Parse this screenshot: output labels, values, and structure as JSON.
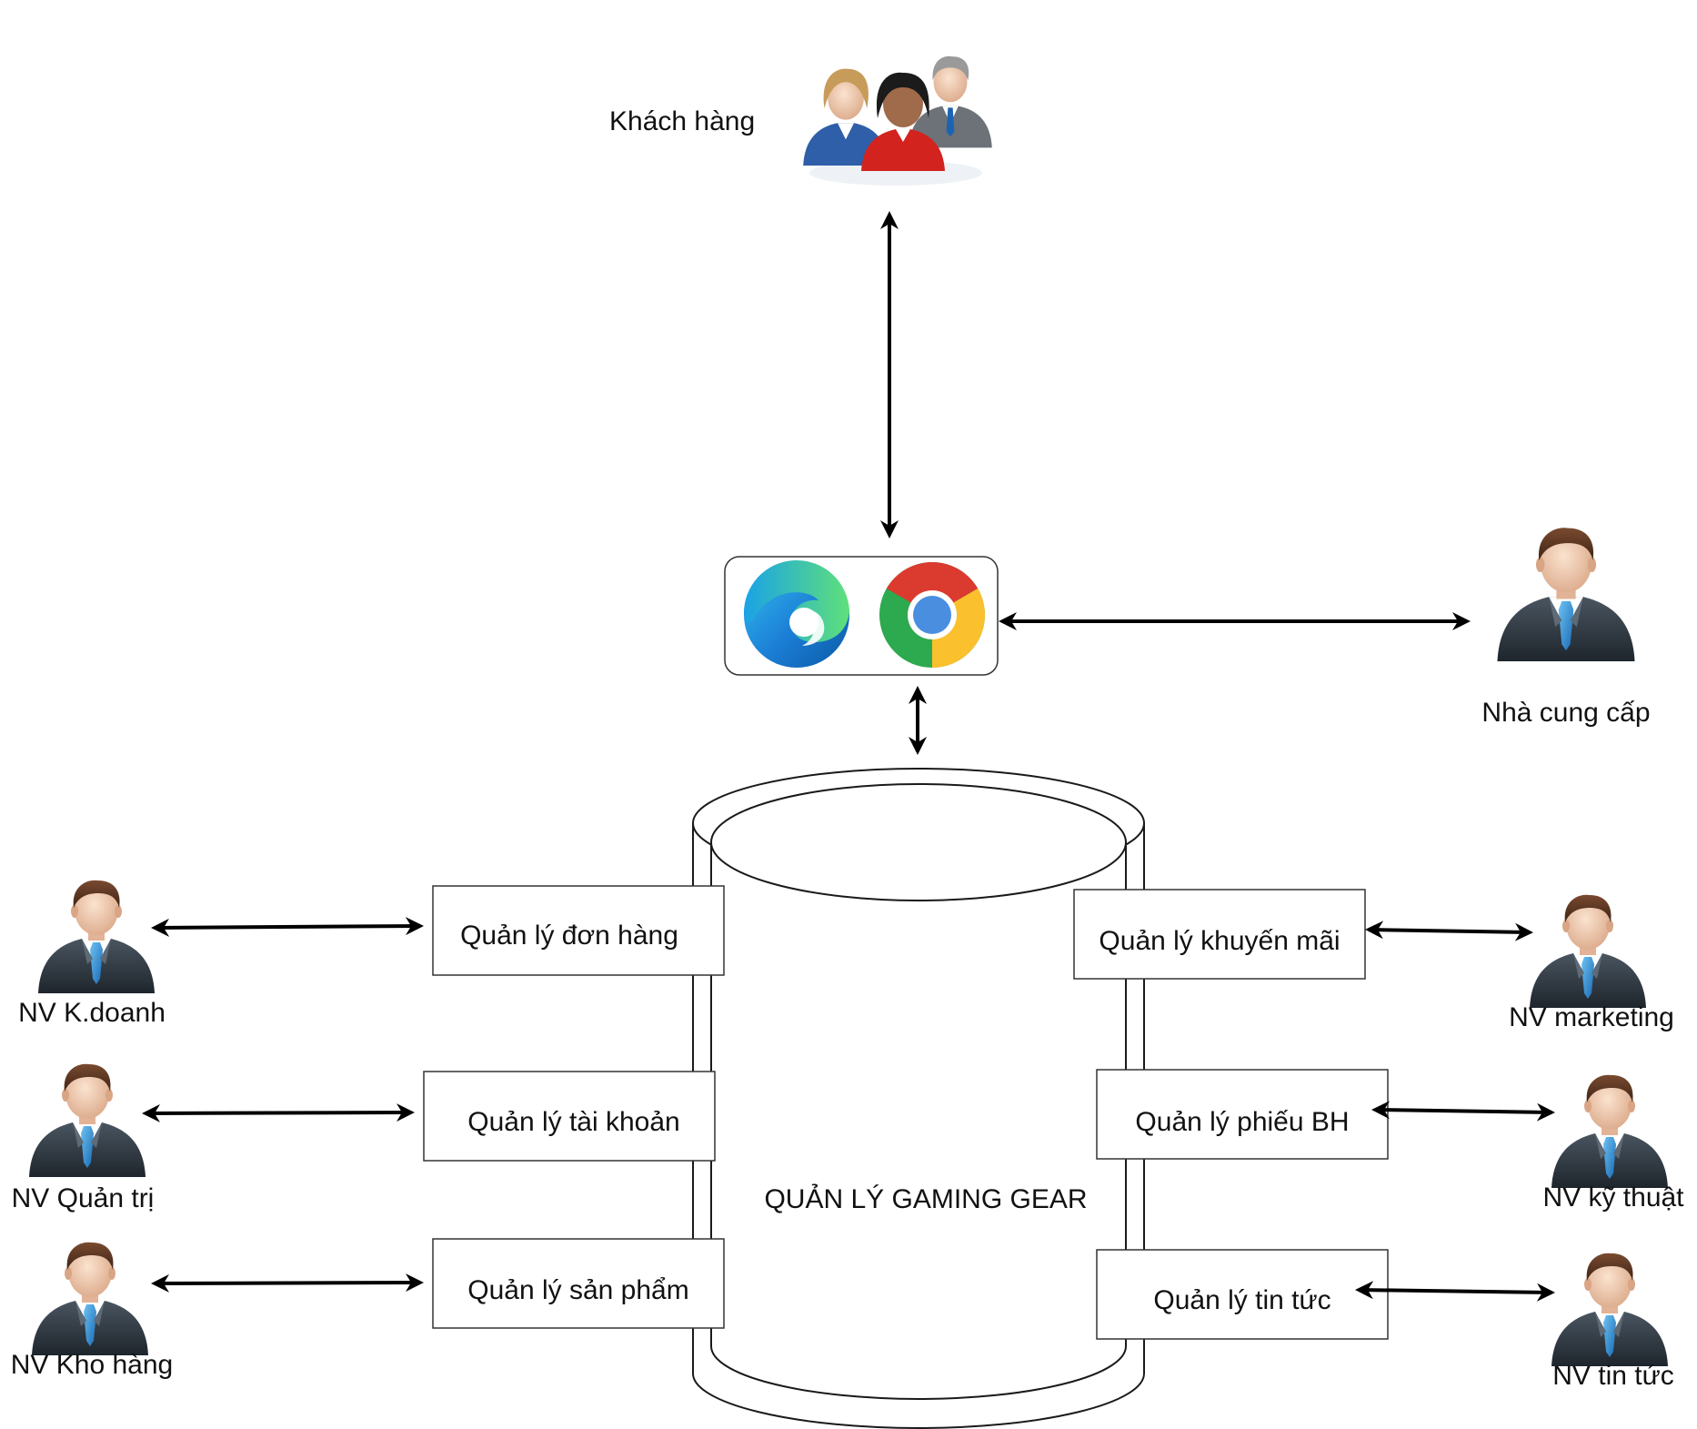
{
  "diagram": {
    "customers_label": "Khách hàng",
    "supplier_label": "Nhà cung cấp",
    "system_label": "QUẢN LÝ GAMING GEAR",
    "browser_icons": [
      "edge-icon",
      "chrome-icon"
    ],
    "modules": {
      "orders": "Quản lý đơn hàng",
      "accounts": "Quản lý tài khoản",
      "products": "Quản lý sản phẩm",
      "promotions": "Quản lý khuyến mãi",
      "warranty": "Quản lý phiếu BH",
      "news": "Quản lý tin tức"
    },
    "staff": {
      "sales": "NV K.doanh",
      "admin": "NV Quản trị",
      "warehouse": "NV Kho hàng",
      "marketing": "NV marketing",
      "technical": "NV kỹ thuật",
      "news": "NV tin tức"
    }
  }
}
